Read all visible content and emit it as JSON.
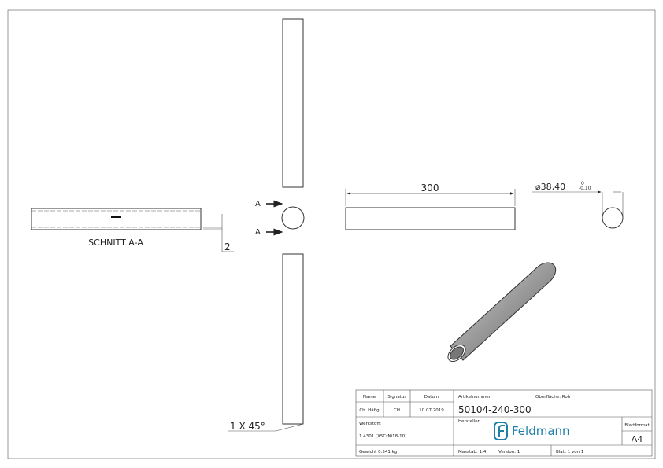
{
  "section_view": {
    "label": "SCHNITT A-A",
    "wall_dim": "2"
  },
  "section_marks": {
    "top": "A",
    "bottom": "A"
  },
  "chamfer": "1 X 45°",
  "length_dim": "300",
  "diameter_dim": {
    "value": "⌀38,40",
    "upper_tol": "0",
    "lower_tol": "-0,10"
  },
  "title_block": {
    "name_h": "Name",
    "signatur_h": "Signatur",
    "datum_h": "Datum",
    "name": "Ch. Häfig",
    "signatur": "CH",
    "datum": "10.07.2019",
    "artikel_h": "Artikelnummer",
    "oberflaeche": "Oberfläche:  Roh",
    "artikel": "50104-240-300",
    "werkstoff_h": "Werkstoff:",
    "werkstoff": "1.4301 [X5CrNi18-10]",
    "hersteller_h": "Hersteller",
    "logo": "Feldmann",
    "blattformat_h": "Blattformat",
    "blattformat": "A4",
    "gewicht": "Gewicht 0.541 kg",
    "massstab": "Masstab: 1:4",
    "version": "Version: 1",
    "blatt": "Blatt 1 von 1"
  },
  "colors": {
    "logo": "#1f7fa8",
    "line": "#333333"
  }
}
